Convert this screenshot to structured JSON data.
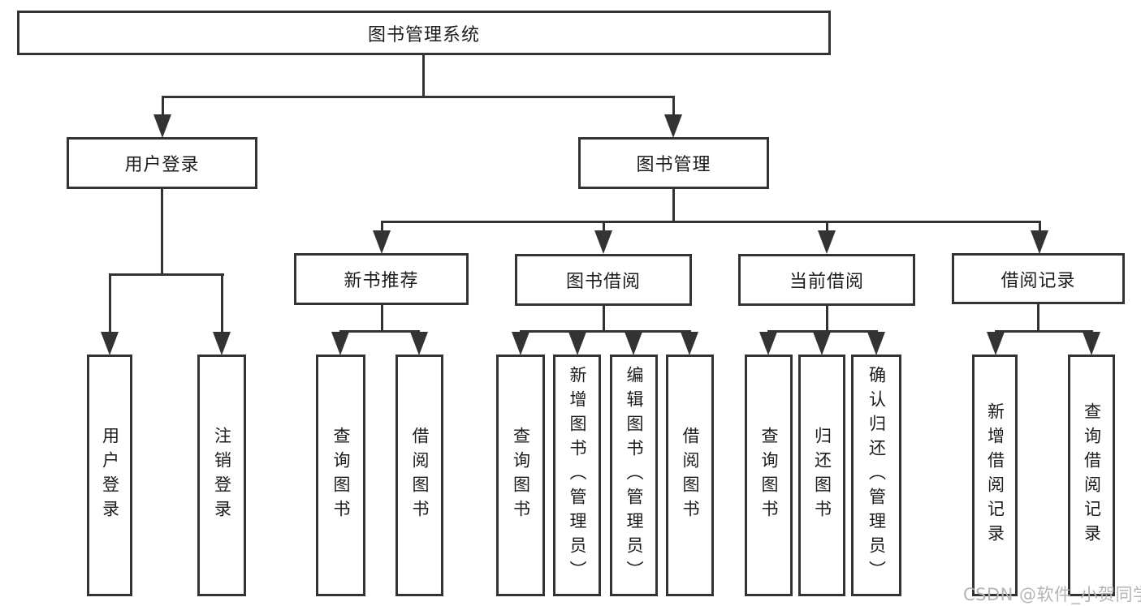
{
  "diagram": {
    "title": "图书管理系统",
    "root": {
      "label": "图书管理系统"
    },
    "level2": [
      {
        "id": "user-login",
        "label": "用户登录"
      },
      {
        "id": "book-management",
        "label": "图书管理"
      }
    ],
    "level3": [
      {
        "id": "new-book-recommend",
        "label": "新书推荐"
      },
      {
        "id": "book-borrowing",
        "label": "图书借阅"
      },
      {
        "id": "current-borrowing",
        "label": "当前借阅"
      },
      {
        "id": "borrowing-records",
        "label": "借阅记录"
      }
    ],
    "leaves": [
      {
        "id": "user-login-leaf",
        "parent": "user-login",
        "label": "用户登录"
      },
      {
        "id": "logout-leaf",
        "parent": "user-login",
        "label": "注销登录"
      },
      {
        "id": "query-books-recommend",
        "parent": "new-book-recommend",
        "label": "查询图书"
      },
      {
        "id": "borrow-books-recommend",
        "parent": "new-book-recommend",
        "label": "借阅图书"
      },
      {
        "id": "query-books-borrowing",
        "parent": "book-borrowing",
        "label": "查询图书"
      },
      {
        "id": "add-books-admin",
        "parent": "book-borrowing",
        "label": "新增图书（管理员）"
      },
      {
        "id": "edit-books-admin",
        "parent": "book-borrowing",
        "label": "编辑图书（管理员）"
      },
      {
        "id": "borrow-books-borrowing",
        "parent": "book-borrowing",
        "label": "借阅图书"
      },
      {
        "id": "query-books-current",
        "parent": "current-borrowing",
        "label": "查询图书"
      },
      {
        "id": "return-books",
        "parent": "current-borrowing",
        "label": "归还图书"
      },
      {
        "id": "confirm-return-admin",
        "parent": "current-borrowing",
        "label": "确认归还（管理员）"
      },
      {
        "id": "add-borrow-record",
        "parent": "borrowing-records",
        "label": "新增借阅记录"
      },
      {
        "id": "query-borrow-record",
        "parent": "borrowing-records",
        "label": "查询借阅记录"
      }
    ]
  },
  "watermark": "CSDN @软件_小贺同学",
  "colors": {
    "line": "#333333",
    "text": "#1c1c1c",
    "watermark": "#b5b5b5",
    "background": "#ffffff"
  }
}
